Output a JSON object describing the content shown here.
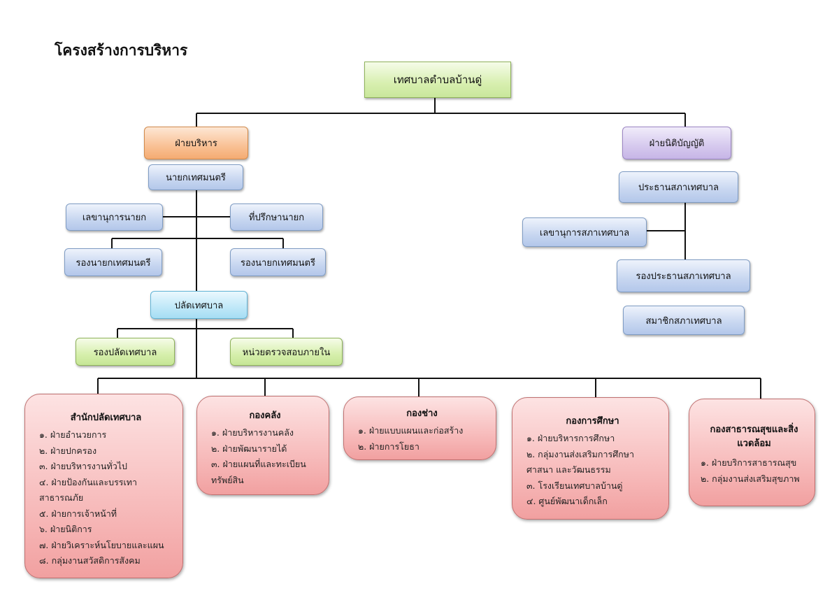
{
  "page_title": "โครงสร้างการบริหาร",
  "top_org": "เทศบาลตำบลบ้านดู่",
  "executive": {
    "label": "ฝ่ายบริหาร",
    "mayor": "นายกเทศมนตรี",
    "mayor_secretary": "เลขานุการนายก",
    "mayor_advisor": "ที่ปรึกษานายก",
    "deputy_mayor_1": "รองนายกเทศมนตรี",
    "deputy_mayor_2": "รองนายกเทศมนตรี",
    "clerk": "ปลัดเทศบาล",
    "deputy_clerk": "รองปลัดเทศบาล",
    "internal_audit": "หน่วยตรวจสอบภายใน"
  },
  "legislative": {
    "label": "ฝ่ายนิติบัญญัติ",
    "council_president": "ประธานสภาเทศบาล",
    "council_secretary": "เลขานุการสภาเทศบาล",
    "council_vice_president": "รองประธานสภาเทศบาล",
    "council_members": "สมาชิกสภาเทศบาล"
  },
  "departments": [
    {
      "title": "สำนักปลัดเทศบาล",
      "items": [
        "๑. ฝ่ายอำนวยการ",
        "๒. ฝ่ายปกครอง",
        "๓. ฝ่ายบริหารงานทั่วไป",
        "๔. ฝ่ายป้องกันและบรรเทา",
        "สาธารณภัย",
        "๕. ฝ่ายการเจ้าหน้าที่",
        "๖. ฝ่ายนิติการ",
        "๗. ฝ่ายวิเคราะห์นโยบายและแผน",
        "๘. กลุ่มงานสวัสดิการสังคม"
      ]
    },
    {
      "title": "กองคลัง",
      "items": [
        "๑. ฝ่ายบริหารงานคลัง",
        "๒. ฝ่ายพัฒนารายได้",
        "๓. ฝ่ายแผนที่และทะเบียน",
        "ทรัพย์สิน"
      ]
    },
    {
      "title": "กองช่าง",
      "items": [
        "๑. ฝ่ายแบบแผนและก่อสร้าง",
        "๒. ฝ่ายการโยธา"
      ]
    },
    {
      "title": "กองการศึกษา",
      "items": [
        "๑. ฝ่ายบริหารการศึกษา",
        "๒. กลุ่มงานส่งเสริมการศึกษา",
        "ศาสนา และวัฒนธรรม",
        "๓. โรงเรียนเทศบาลบ้านดู่",
        "๔. ศูนย์พัฒนาเด็กเล็ก"
      ]
    },
    {
      "title": "กองสาธารณสุขและสิ่งแวดล้อม",
      "items": [
        "๑. ฝ่ายบริการสาธารณสุข",
        "๒. กลุ่มงานส่งเสริมสุขภาพ"
      ]
    }
  ]
}
